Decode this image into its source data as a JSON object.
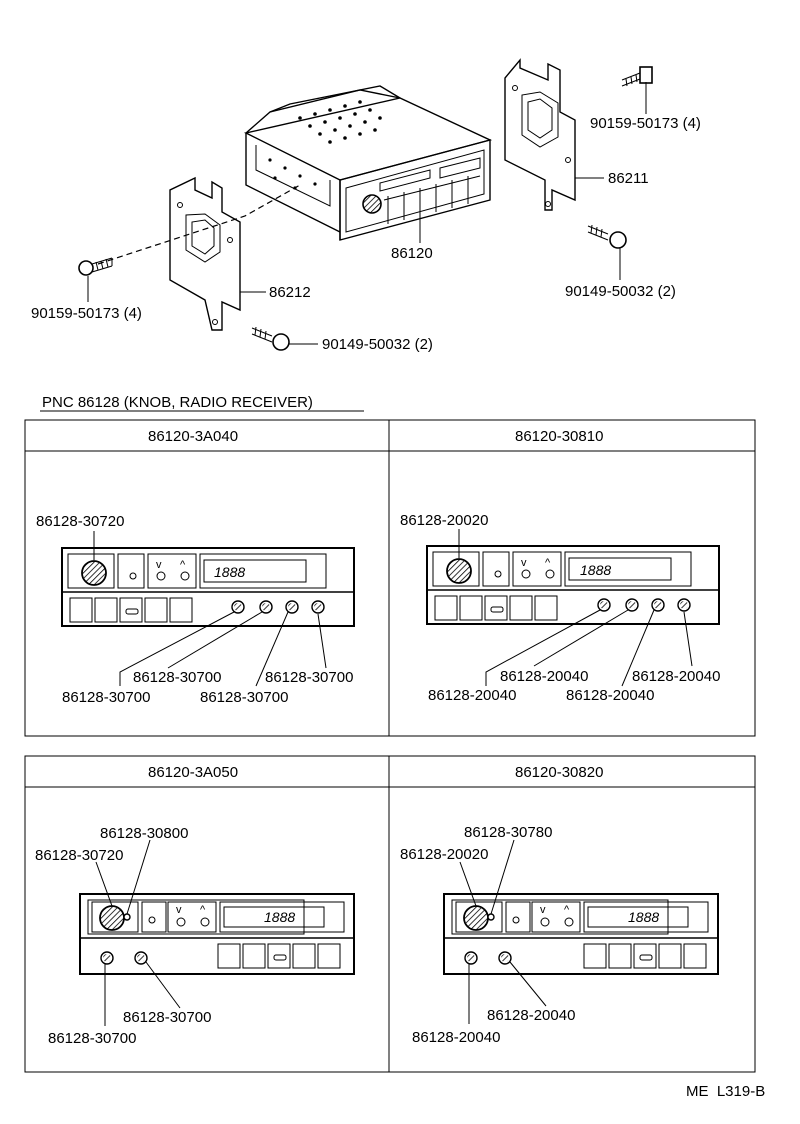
{
  "top_callouts": {
    "bolt_right": "90159-50173 (4)",
    "bracket_right": "86211",
    "receiver": "86120",
    "screw_right": "90149-50032 (2)",
    "bracket_left": "86212",
    "bolt_left": "90159-50173 (4)",
    "screw_left": "90149-50032 (2)"
  },
  "pnc_title": "PNC 86128 (KNOB, RADIO RECEIVER)",
  "display_text": "1888",
  "panels": [
    {
      "model": "86120-3A040",
      "labels": [
        "86128-30720",
        "86128-30700",
        "86128-30700",
        "86128-30700",
        "86128-30700"
      ]
    },
    {
      "model": "86120-30810",
      "labels": [
        "86128-20020",
        "86128-20040",
        "86128-20040",
        "86128-20040",
        "86128-20040"
      ]
    },
    {
      "model": "86120-3A050",
      "labels": [
        "86128-30800",
        "86128-30720",
        "86128-30700",
        "86128-30700"
      ]
    },
    {
      "model": "86120-30820",
      "labels": [
        "86128-30780",
        "86128-20020",
        "86128-20040",
        "86128-20040"
      ]
    }
  ],
  "footer": "ME  L319-B"
}
